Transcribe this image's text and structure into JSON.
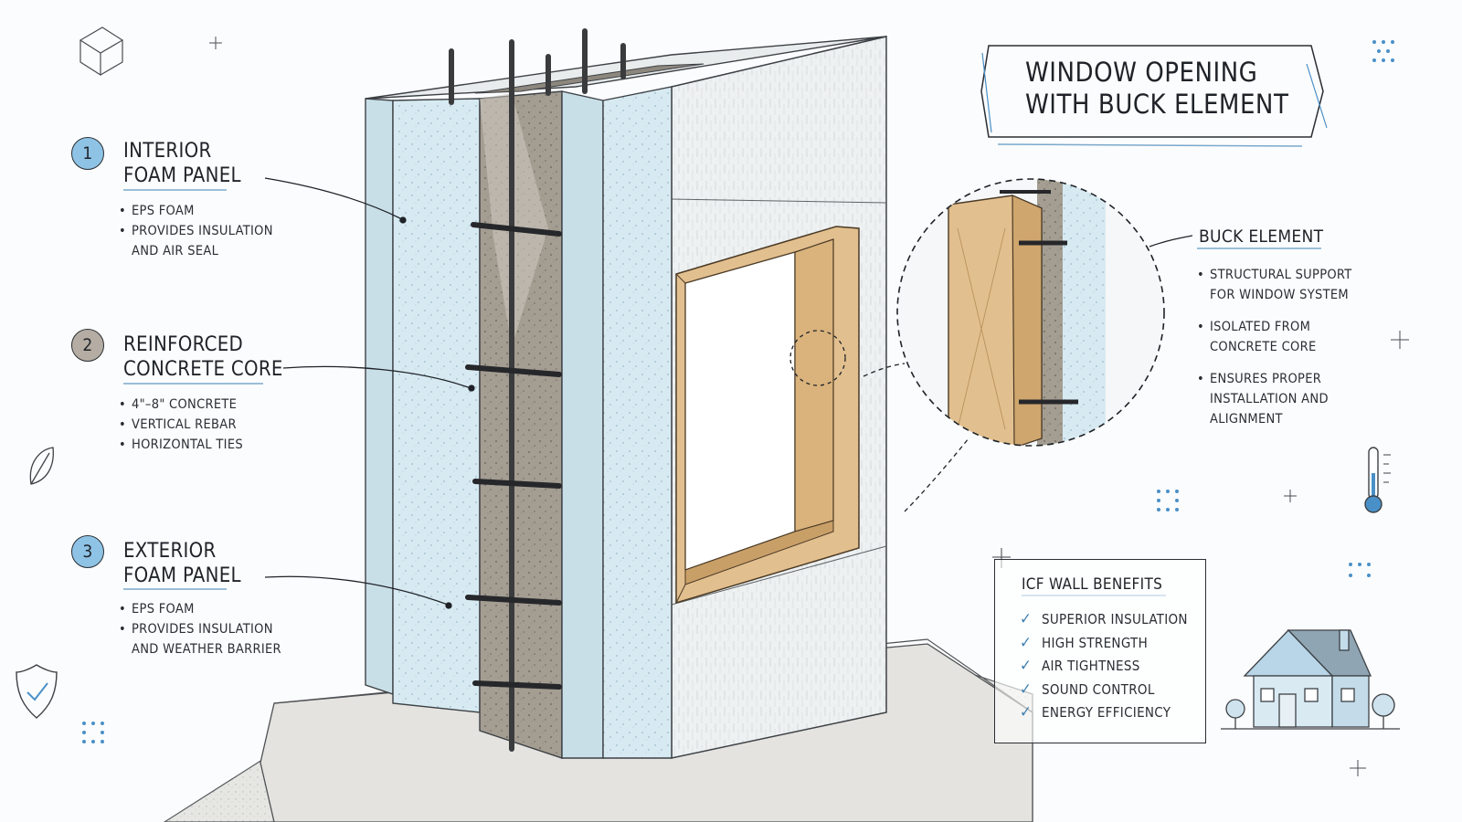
{
  "title": "WINDOW OPENING WITH BUCK ELEMENT",
  "callouts": [
    {
      "number": "1",
      "title": "INTERIOR FOAM PANEL",
      "bullets": [
        "EPS FOAM",
        "PROVIDES INSULATION AND AIR SEAL"
      ]
    },
    {
      "number": "2",
      "title": "REINFORCED CONCRETE CORE",
      "bullets": [
        "4\"–8\" CONCRETE",
        "VERTICAL REBAR",
        "HORIZONTAL TIES"
      ]
    },
    {
      "number": "3",
      "title": "EXTERIOR FOAM PANEL",
      "bullets": [
        "EPS FOAM",
        "PROVIDES INSULATION AND WEATHER BARRIER"
      ]
    }
  ],
  "buck": {
    "title": "BUCK ELEMENT",
    "bullets": [
      "STRUCTURAL SUPPORT FOR WINDOW SYSTEM",
      "ISOLATED FROM CONCRETE CORE",
      "ENSURES PROPER INSTALLATION AND ALIGNMENT"
    ]
  },
  "benefits": {
    "title": "ICF WALL BENEFITS",
    "items": [
      "SUPERIOR INSULATION",
      "HIGH STRENGTH",
      "AIR TIGHTNESS",
      "SOUND CONTROL",
      "ENERGY EFFICIENCY"
    ]
  },
  "colors": {
    "foam": "#d7eaf2",
    "concrete": "#9a948b",
    "wood": "#e2bf8e",
    "accent": "#4a90c8",
    "ink": "#2a2e33",
    "badge_blue": "#8ec3e6",
    "badge_gray": "#b5ada3"
  },
  "icons": [
    "cube-icon",
    "leaf-icon",
    "shield-check-icon",
    "thermometer-icon",
    "house-icon",
    "sparkle-icon"
  ]
}
